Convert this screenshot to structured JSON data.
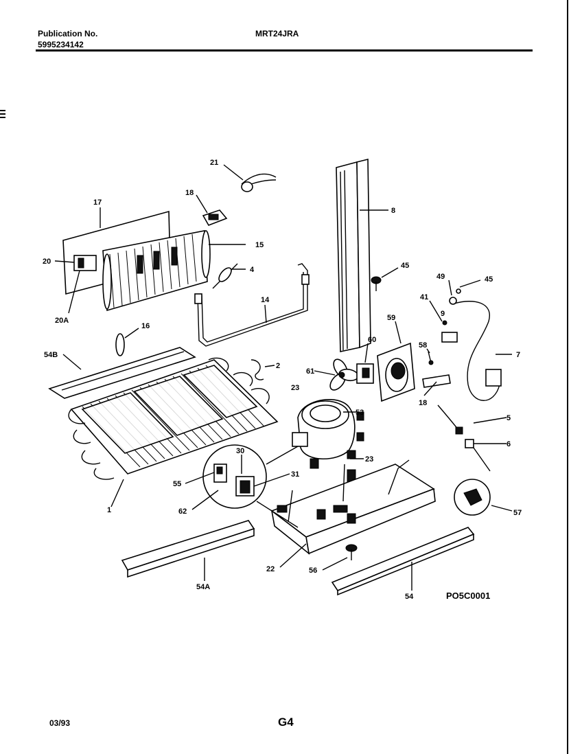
{
  "header": {
    "publication_label": "Publication No.",
    "publication_number": "5995234142",
    "model": "MRT24JRA"
  },
  "footer": {
    "date": "03/93",
    "page": "G4"
  },
  "diagram": {
    "code": "PO5C0001",
    "callouts": [
      "21",
      "18",
      "17",
      "15",
      "20",
      "4",
      "45",
      "14",
      "20A",
      "16",
      "49",
      "41",
      "9",
      "7",
      "54B",
      "2",
      "58",
      "60",
      "61",
      "59",
      "23",
      "18",
      "5",
      "6",
      "30",
      "55",
      "31",
      "53",
      "23",
      "62",
      "1",
      "57",
      "22",
      "56",
      "54A",
      "54",
      "8"
    ]
  }
}
